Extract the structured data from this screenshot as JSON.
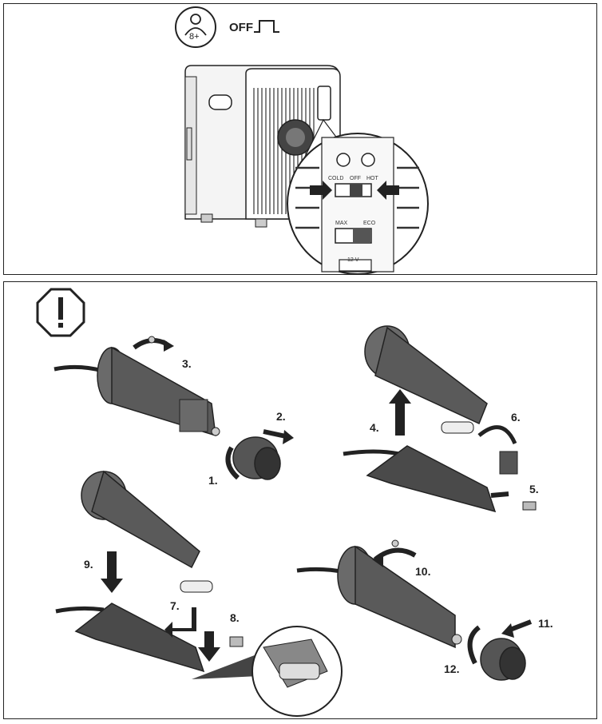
{
  "top_panel": {
    "age_badge": "8+",
    "off_label": "OFF",
    "switch_labels": {
      "cold": "COLD",
      "off": "OFF",
      "hot": "HOT",
      "max": "MAX",
      "eco": "ECO",
      "voltage": "12 V"
    }
  },
  "bottom_panel": {
    "steps": [
      "1.",
      "2.",
      "3.",
      "4.",
      "5.",
      "6.",
      "7.",
      "8.",
      "9.",
      "10.",
      "11.",
      "12."
    ]
  }
}
